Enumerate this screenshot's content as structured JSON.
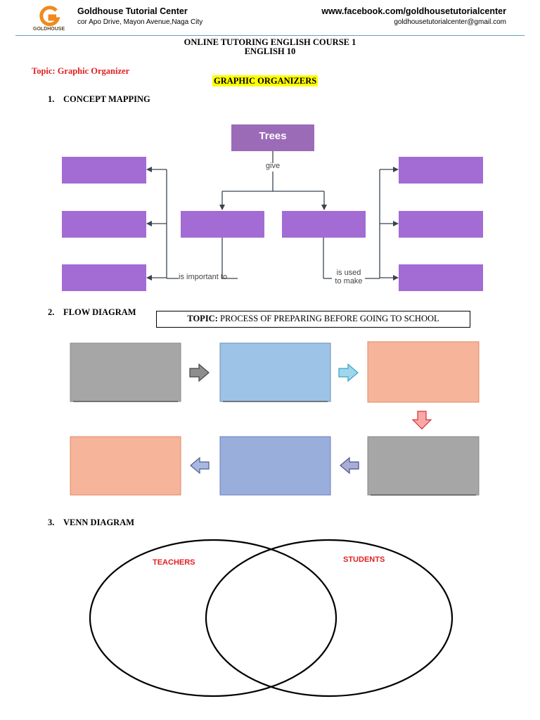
{
  "header": {
    "logo_alt": "GOLDHOUSE",
    "center_name": "Goldhouse Tutorial Center",
    "address": "cor Apo Drive, Mayon Avenue,Naga City",
    "facebook": "www.facebook.com/goldhousetutorialcenter",
    "email": "goldhousetutorialcenter@gmail.com"
  },
  "doc": {
    "title_line1": "ONLINE TUTORING ENGLISH COURSE 1",
    "title_line2": "ENGLISH 10",
    "topic": "Topic: Graphic Organizer",
    "heading": "GRAPHIC ORGANIZERS"
  },
  "sections": [
    {
      "num": "1.",
      "label": "CONCEPT MAPPING"
    },
    {
      "num": "2.",
      "label": "FLOW DIAGRAM"
    },
    {
      "num": "3.",
      "label": "VENN DIAGRAM"
    }
  ],
  "concept_map": {
    "root": "Trees",
    "link_give": "give",
    "link_important": "is important to",
    "link_used_line1": "is used",
    "link_used_line2": "to make",
    "box_color": "#a36bd4",
    "root_color": "#9b6bb8"
  },
  "flow": {
    "topic_label": "TOPIC:",
    "topic_text": " PROCESS OF PREPARING BEFORE GOING TO SCHOOL"
  },
  "venn": {
    "left_label": "TEACHERS",
    "right_label": "STUDENTS",
    "label_color": "#e02020"
  }
}
